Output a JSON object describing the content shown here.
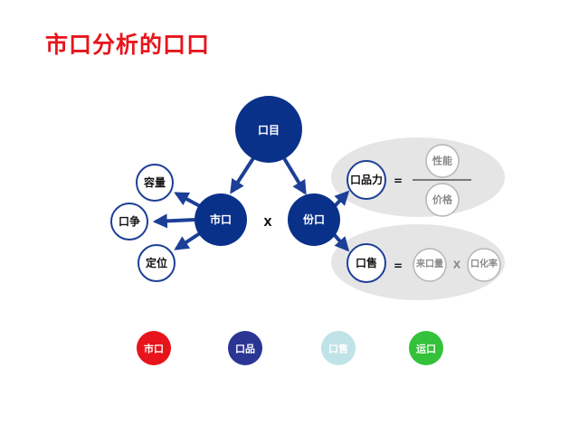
{
  "page": {
    "title": "市口分析的口口"
  },
  "diagram": {
    "top_node": "口目",
    "market_node": "市口",
    "share_node": "份口",
    "multiply_center": "X",
    "market_children": {
      "capacity": "容量",
      "competition": "口争",
      "positioning": "定位"
    },
    "product_power": {
      "label": "口品力",
      "equals": "=",
      "numerator": "性能",
      "denominator": "价格"
    },
    "sales": {
      "label": "口售",
      "equals": "=",
      "left": "来口量",
      "times": "X",
      "right": "口化率"
    }
  },
  "legend": {
    "items": [
      {
        "label": "市口",
        "color": "#e8141b"
      },
      {
        "label": "口品",
        "color": "#2b3594"
      },
      {
        "label": "口售",
        "color": "#bfe3e6"
      },
      {
        "label": "运口",
        "color": "#34c23a"
      }
    ]
  },
  "colors": {
    "title": "#e8141b",
    "node_fill": "#0a318a",
    "arrow": "#1c3f97",
    "small_circle_stroke": "#1c3f97",
    "ellipse_fill": "#e5e5e5"
  }
}
